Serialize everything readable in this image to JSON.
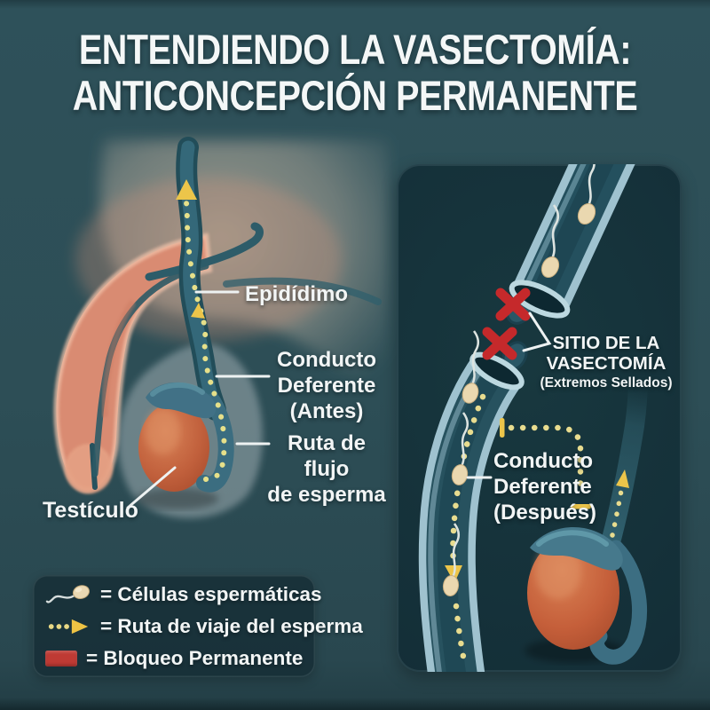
{
  "title": {
    "line1": "ENTENDIENDO LA VASECTOMÍA:",
    "line2": "ANTICONCEPCIÓN PERMANENTE"
  },
  "left_diagram": {
    "labels": {
      "epididymis": "Epidídimo",
      "vas_before": [
        "Conducto",
        "Deferente",
        "(Antes)"
      ],
      "sperm_route": [
        "Ruta de flujo",
        "de esperma"
      ],
      "testicle": "Testículo"
    }
  },
  "right_diagram": {
    "labels": {
      "site_line1": "SITIO DE LA",
      "site_line2": "VASECTOMÍA",
      "site_sub": "(Extremos Sellados)",
      "vas_after": [
        "Conducto",
        "Deferente",
        "(Después)"
      ]
    }
  },
  "legend": {
    "items": [
      {
        "icon": "sperm-icon",
        "text": "= Células espermáticas"
      },
      {
        "icon": "dotted-arrow-icon",
        "text": "= Ruta de viaje del esperma"
      },
      {
        "icon": "red-block-icon",
        "text": "= Bloqueo Permanente"
      }
    ]
  },
  "colors": {
    "background": "#2d4e56",
    "panel": "#15333c",
    "route_dots": "#e6e08a",
    "route_arrow": "#ecc54a",
    "blockade_red": "#c5292b",
    "legend_red": "#bf3a34",
    "tube_outline": "#9fc2cf",
    "tube_fill": "#27525f",
    "testicle_orange": "#c1603c",
    "text": "#f2f5f5"
  }
}
